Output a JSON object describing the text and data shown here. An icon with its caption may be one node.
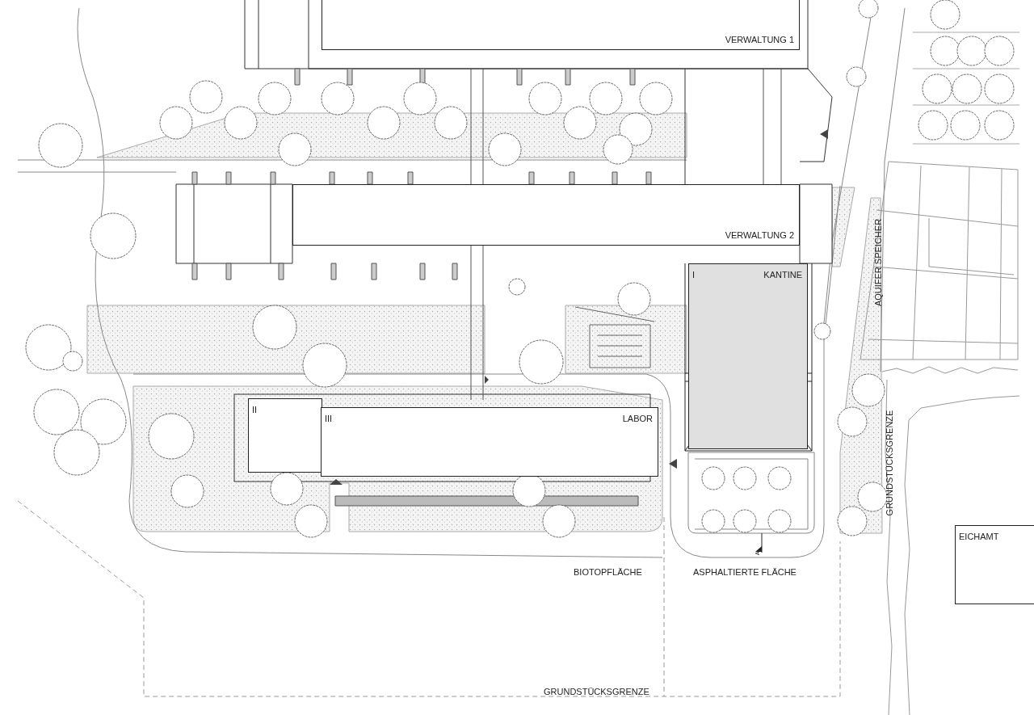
{
  "diagram": {
    "nodes": [
      {
        "text": [
          "VERWALTUNG 1"
        ]
      },
      {
        "text": [
          "VERWALTUNG 2"
        ]
      },
      {
        "text": [
          "I",
          "KANTINE"
        ]
      },
      {
        "text": [
          "II"
        ]
      },
      {
        "text": [
          "III",
          "LABOR"
        ]
      },
      {
        "text": [
          "AQUIFER SPEICHER"
        ]
      },
      {
        "text": [
          "EICHAMT"
        ]
      }
    ],
    "labels": [
      "GRUNDSTÜCKSGRENZE",
      "A",
      "BIOTOPFLÄCHE",
      "ASPHALTIERTE FLÄCHE",
      "GRUNDSTÜCKSGRENZE"
    ]
  }
}
